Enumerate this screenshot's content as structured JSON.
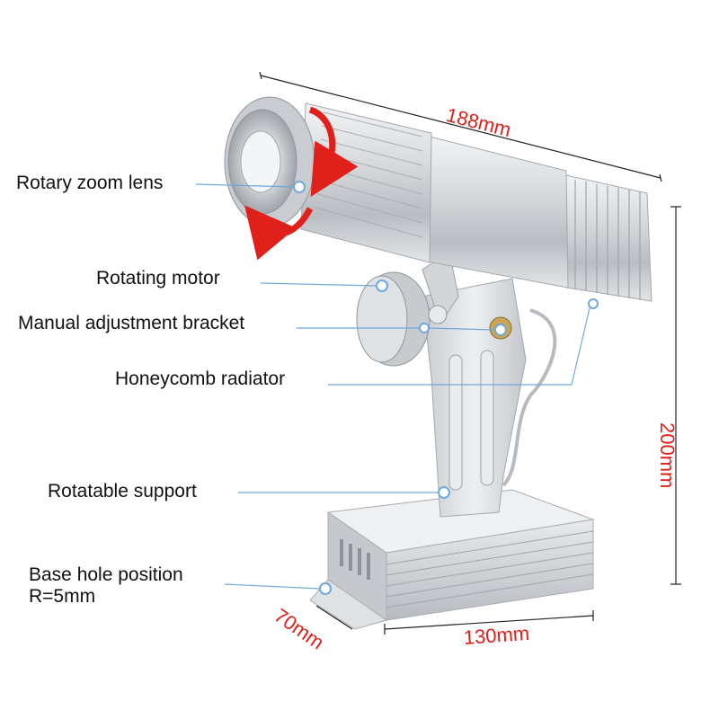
{
  "labels": {
    "rotary_zoom_lens": "Rotary zoom lens",
    "rotating_motor": "Rotating motor",
    "manual_adjustment_bracket": "Manual adjustment bracket",
    "honeycomb_radiator": "Honeycomb radiator",
    "rotatable_support": "Rotatable support",
    "base_hole_position": "Base hole position",
    "base_hole_radius": "R=5mm"
  },
  "dimensions": {
    "length": "188mm",
    "height": "200mm",
    "width": "130mm",
    "depth": "70mm"
  },
  "colors": {
    "dimension_text": "#e0201b",
    "leader_line": "#6fa8dc",
    "arrow_red": "#e0201b",
    "body_silver": "#cfd2d6"
  }
}
